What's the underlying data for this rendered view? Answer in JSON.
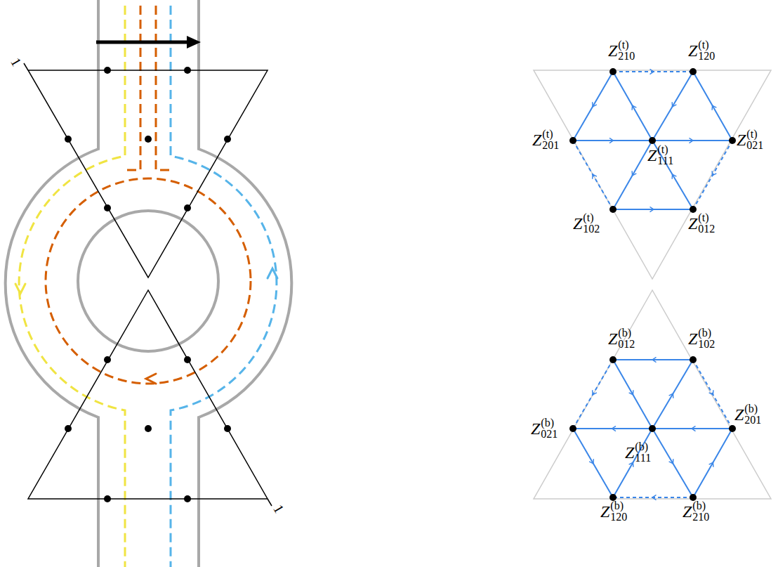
{
  "diagram": {
    "labels": [
      "1",
      "Z",
      "(t)",
      "210",
      "Z",
      "(t)",
      "120",
      "Z",
      "(t)",
      "201",
      "Z",
      "(t)",
      "111",
      "Z",
      "(t)",
      "021",
      "Z",
      "(t)",
      "102",
      "Z",
      "(t)",
      "012",
      "Z",
      "(b)",
      "012",
      "Z",
      "(b)",
      "102",
      "Z",
      "(b)",
      "021",
      "Z",
      "(b)",
      "201",
      "Z",
      "(b)",
      "111",
      "Z",
      "(b)",
      "120",
      "Z",
      "(b)",
      "210",
      "1"
    ]
  }
}
